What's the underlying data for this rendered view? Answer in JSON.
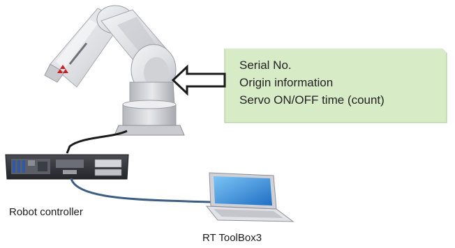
{
  "callout": {
    "lines": [
      "Serial No.",
      "Origin information",
      "Servo ON/OFF time (count)"
    ],
    "fill": "#d8ebc7",
    "border": "#a8c895"
  },
  "labels": {
    "controller": "Robot controller",
    "toolbox": "RT ToolBox3"
  },
  "colors": {
    "robot_light": "#e6e6e9",
    "robot_dark": "#9a9ca2",
    "cable_black": "#1a1a1a",
    "cable_blue": "#3c5e82",
    "laptop_screen": "#3d9be8",
    "logo_red": "#cc1f1f"
  }
}
